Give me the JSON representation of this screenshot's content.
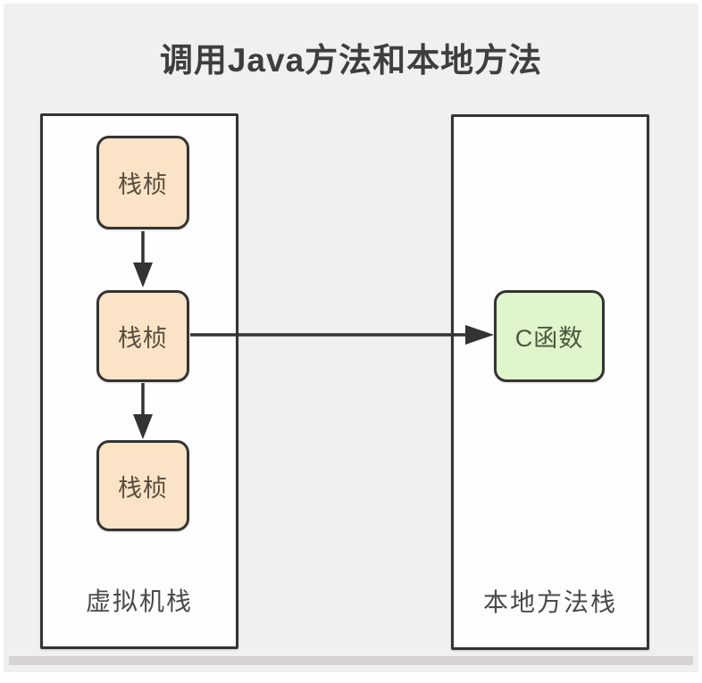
{
  "title": "调用Java方法和本地方法",
  "colors": {
    "page_bg": "#ffffff",
    "canvas_bg": "#f1f0f0",
    "bottom_strip": "#d5d3d3",
    "container_bg": "#fefefe",
    "border_dark": "#343434",
    "frame_fill": "#fae3c6",
    "frame_text": "#584c3e",
    "c_fill": "#dff5cb",
    "c_text": "#49583f",
    "title_color": "#3e3e3e",
    "label_color": "#4a4a4a",
    "arrow_color": "#333333"
  },
  "diagram": {
    "vm_stack": {
      "label": "虚拟机栈",
      "frames": [
        "栈桢",
        "栈桢",
        "栈桢"
      ]
    },
    "native_stack": {
      "label": "本地方法栈",
      "node": "C函数"
    },
    "flows": [
      "frame1 -> frame2",
      "frame2 -> frame3",
      "frame2 -> C函数"
    ]
  }
}
